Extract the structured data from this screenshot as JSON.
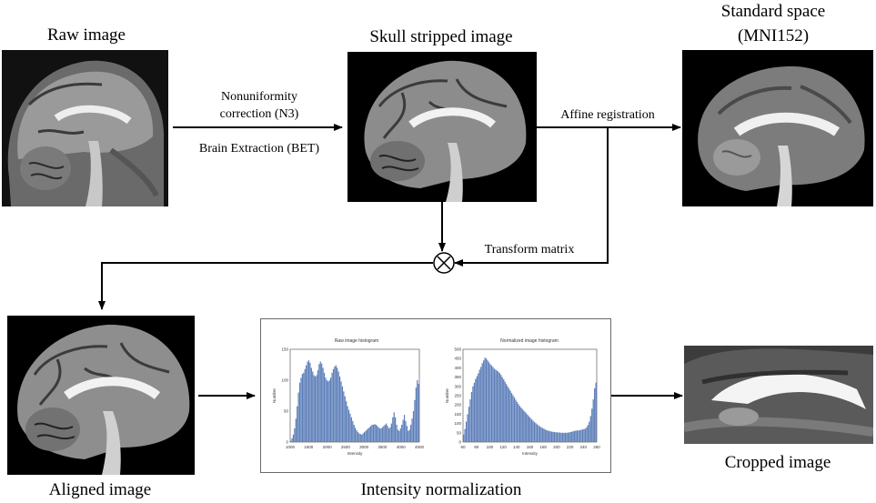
{
  "titles": {
    "raw": "Raw image",
    "skull": "Skull stripped image",
    "standard_line1": "Standard space",
    "standard_line2": "(MNI152)",
    "aligned": "Aligned image",
    "intensity": "Intensity normalization",
    "cropped": "Cropped image"
  },
  "arrows": {
    "n3_line1": "Nonuniformity",
    "n3_line2": "correction (N3)",
    "bet": "Brain Extraction (BET)",
    "affine": "Affine registration",
    "transform": "Transform matrix"
  },
  "operator_symbol": "⊗",
  "colors": {
    "bar": "#5b7db8",
    "frame": "#6a6a6a",
    "line": "#000000"
  },
  "chart_data": [
    {
      "type": "bar",
      "title": "Raw image histogram",
      "xlabel": "Intensity",
      "ylabel": "Number",
      "xlim": [
        1000,
        4500
      ],
      "ylim": [
        0,
        150
      ],
      "x_ticks": [
        "1000",
        "1500",
        "2000",
        "2500",
        "3000",
        "3500",
        "4000",
        "4500"
      ],
      "y_ticks": [
        "0",
        "50",
        "100",
        "150"
      ],
      "values": [
        2,
        6,
        12,
        22,
        38,
        58,
        80,
        96,
        104,
        110,
        112,
        118,
        124,
        130,
        132,
        128,
        120,
        114,
        108,
        106,
        108,
        116,
        126,
        130,
        127,
        120,
        112,
        104,
        100,
        98,
        100,
        104,
        112,
        118,
        122,
        124,
        120,
        114,
        106,
        98,
        90,
        82,
        74,
        66,
        58,
        52,
        46,
        40,
        34,
        28,
        23,
        19,
        16,
        14,
        13,
        12,
        14,
        16,
        18,
        20,
        22,
        24,
        26,
        28,
        28,
        29,
        28,
        26,
        24,
        22,
        22,
        24,
        26,
        28,
        30,
        26,
        22,
        24,
        30,
        40,
        48,
        40,
        28,
        20,
        18,
        22,
        28,
        36,
        44,
        34,
        26,
        18,
        20,
        28,
        38,
        50,
        68,
        88,
        100,
        94
      ]
    },
    {
      "type": "bar",
      "title": "Normalized image histogram",
      "xlabel": "Intensity",
      "ylabel": "Number",
      "xlim": [
        60,
        260
      ],
      "ylim": [
        0,
        500
      ],
      "x_ticks": [
        "60",
        "80",
        "100",
        "120",
        "140",
        "160",
        "180",
        "200",
        "220",
        "240",
        "260"
      ],
      "y_ticks": [
        "0",
        "50",
        "100",
        "150",
        "200",
        "250",
        "300",
        "350",
        "400",
        "450",
        "500"
      ],
      "values": [
        40,
        70,
        110,
        150,
        190,
        230,
        270,
        300,
        320,
        340,
        355,
        370,
        390,
        405,
        425,
        440,
        455,
        450,
        440,
        430,
        420,
        412,
        404,
        395,
        390,
        385,
        380,
        372,
        362,
        350,
        338,
        325,
        312,
        300,
        288,
        276,
        264,
        252,
        240,
        228,
        216,
        205,
        195,
        186,
        178,
        170,
        162,
        154,
        146,
        138,
        130,
        122,
        115,
        108,
        102,
        96,
        90,
        85,
        80,
        76,
        72,
        68,
        64,
        62,
        60,
        58,
        56,
        55,
        54,
        53,
        52,
        52,
        51,
        50,
        50,
        50,
        50,
        50,
        51,
        52,
        54,
        56,
        58,
        60,
        62,
        62,
        63,
        64,
        66,
        68,
        70,
        72,
        80,
        92,
        110,
        140,
        180,
        230,
        290,
        320
      ]
    }
  ]
}
